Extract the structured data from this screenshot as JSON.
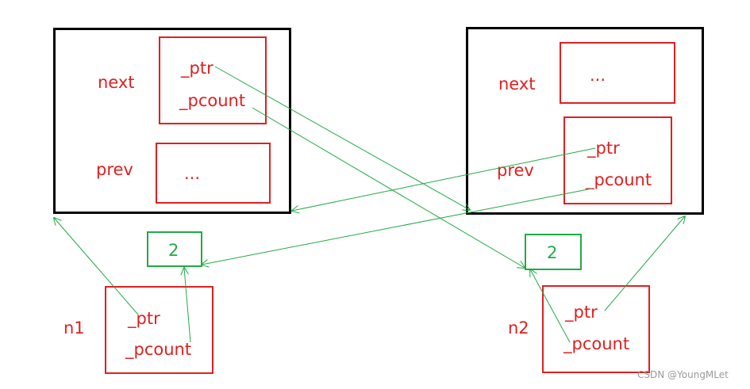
{
  "nodes": {
    "left": {
      "next_label": "next",
      "prev_label": "prev",
      "next_ptr": "_ptr",
      "next_pcount": "_pcount",
      "prev_value": "..."
    },
    "right": {
      "next_label": "next",
      "prev_label": "prev",
      "next_value": "...",
      "prev_ptr": "_ptr",
      "prev_pcount": "_pcount"
    }
  },
  "counts": {
    "left": "2",
    "right": "2"
  },
  "smart_ptrs": {
    "n1": {
      "label": "n1",
      "ptr": "_ptr",
      "pcount": "_pcount"
    },
    "n2": {
      "label": "n2",
      "ptr": "_ptr",
      "pcount": "_pcount"
    }
  },
  "watermark": "CSDN @YoungMLet",
  "colors": {
    "node_border": "#000000",
    "field": "#e02020",
    "count": "#22aa44",
    "arrow": "#22aa44"
  }
}
